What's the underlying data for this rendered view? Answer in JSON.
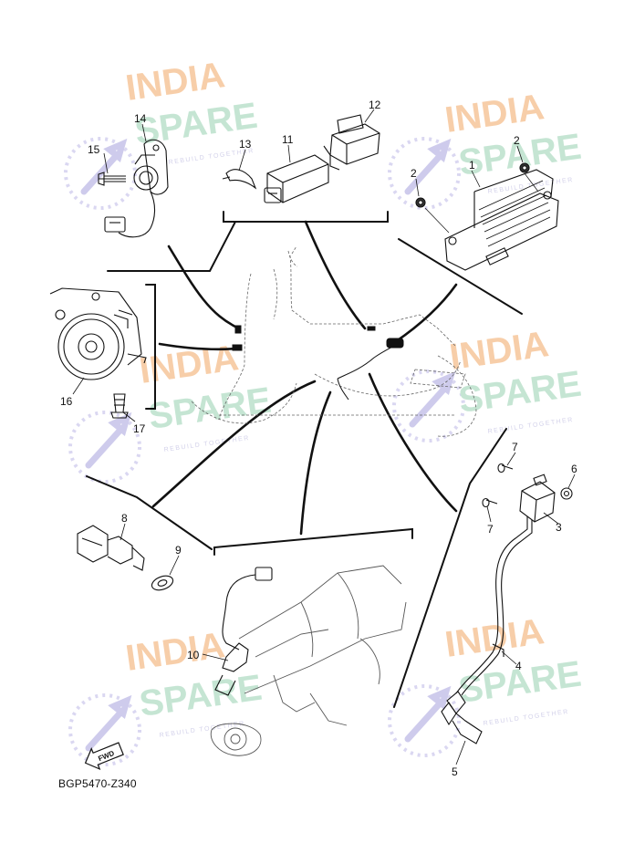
{
  "diagram": {
    "code": "BGP5470-Z340",
    "fwd_label": "FWD",
    "callouts": [
      {
        "id": "c1",
        "label": "1"
      },
      {
        "id": "c2a",
        "label": "2"
      },
      {
        "id": "c2b",
        "label": "2"
      },
      {
        "id": "c3",
        "label": "3"
      },
      {
        "id": "c4",
        "label": "4"
      },
      {
        "id": "c5",
        "label": "5"
      },
      {
        "id": "c6",
        "label": "6"
      },
      {
        "id": "c7a",
        "label": "7"
      },
      {
        "id": "c7b",
        "label": "7"
      },
      {
        "id": "c8",
        "label": "8"
      },
      {
        "id": "c9",
        "label": "9"
      },
      {
        "id": "c10",
        "label": "10"
      },
      {
        "id": "c11",
        "label": "11"
      },
      {
        "id": "c12",
        "label": "12"
      },
      {
        "id": "c13",
        "label": "13"
      },
      {
        "id": "c14",
        "label": "14"
      },
      {
        "id": "c15",
        "label": "15"
      },
      {
        "id": "c16",
        "label": "16"
      },
      {
        "id": "c17",
        "label": "17"
      }
    ]
  },
  "watermark": {
    "line1": "INDIA",
    "line2": "SPARE",
    "tagline": "REBUILD TOGETHER",
    "colors": {
      "india": "#f7c9a0",
      "spare": "#bfe3cf",
      "icon": "#c9c6ea"
    }
  }
}
